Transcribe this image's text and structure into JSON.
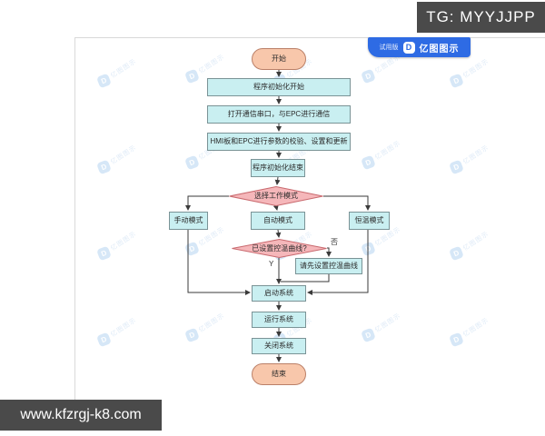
{
  "overlays": {
    "top_right": "TG: MYYJJPP",
    "bottom_left": "www.kfzrgj-k8.com"
  },
  "badge": {
    "trial_label": "试用版",
    "brand": "亿图图示",
    "logo_icon": "edraw-logo-icon",
    "logo_letter": "D",
    "color": "#2e6be4"
  },
  "watermark": {
    "text": "亿图图示",
    "logo_letter": "D",
    "color": "#b5d5f2"
  },
  "flowchart": {
    "colors": {
      "process_fill": "#c9eff1",
      "process_border": "#7a9396",
      "decision_fill": "#f5b7ba",
      "decision_border": "#c96a6f",
      "terminal_fill": "#f8c7ab",
      "terminal_border": "#bb8068",
      "connector": "#3a3a3a"
    },
    "nodes": {
      "start": {
        "label": "开始",
        "type": "terminal"
      },
      "init_begin": {
        "label": "程序初始化开始",
        "type": "process"
      },
      "open_serial": {
        "label": "打开通信串口，与EPC进行通信",
        "type": "process"
      },
      "hmi_check": {
        "label": "HMI板和EPC进行参数的校验、设置和更新",
        "type": "process"
      },
      "init_end": {
        "label": "程序初始化结束",
        "type": "process"
      },
      "select_mode": {
        "label": "选择工作模式",
        "type": "decision"
      },
      "manual_mode": {
        "label": "手动模式",
        "type": "process"
      },
      "auto_mode": {
        "label": "自动模式",
        "type": "process"
      },
      "constant_mode": {
        "label": "恒温模式",
        "type": "process"
      },
      "curve_set": {
        "label": "已设置控温曲线?",
        "type": "decision"
      },
      "set_curve_first": {
        "label": "请先设置控温曲线",
        "type": "process"
      },
      "start_system": {
        "label": "启动系统",
        "type": "process"
      },
      "run_system": {
        "label": "运行系统",
        "type": "process"
      },
      "close_system": {
        "label": "关闭系统",
        "type": "process"
      },
      "end": {
        "label": "结束",
        "type": "terminal"
      }
    },
    "edge_labels": {
      "yes": "Y",
      "no": "否"
    }
  }
}
